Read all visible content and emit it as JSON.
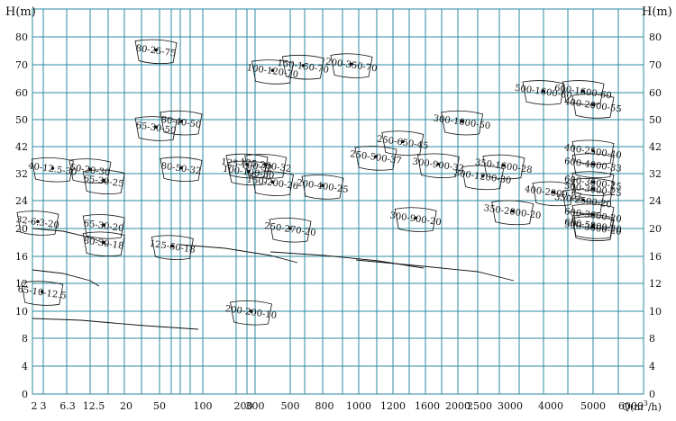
{
  "chart_data": {
    "type": "pump-selection-chart",
    "y_axis_label": "H(m)",
    "x_axis_label": "Q(m",
    "x_axis_label_sup": "3",
    "x_axis_label_tail": "/h)",
    "y_ticks": [
      "0",
      "4",
      "8",
      "10",
      "12",
      "16",
      "20",
      "24",
      "32",
      "42",
      "50",
      "60",
      "70",
      "80"
    ],
    "x_ticks": [
      "2",
      "3",
      "6.3",
      "12.5",
      "20",
      "50",
      "100",
      "200",
      "300",
      "500",
      "800",
      "1000",
      "1200",
      "1600",
      "2000",
      "2500",
      "3000",
      "4000",
      "5000",
      "6000"
    ],
    "grid_line_color": "#2e8aa0",
    "curve_line_color": "#111111",
    "pump_models": [
      {
        "label": "80-25-75",
        "pos": [
          4.9,
          75.3
        ]
      },
      {
        "label": "100-120-70",
        "pos": [
          8.5,
          68.0
        ]
      },
      {
        "label": "150-150-70",
        "pos": [
          9.4,
          69.7
        ]
      },
      {
        "label": "200-350-70",
        "pos": [
          10.8,
          70.2
        ]
      },
      {
        "label": "80-40-50",
        "pos": [
          5.5,
          49.5
        ]
      },
      {
        "label": "65-30-50",
        "pos": [
          4.9,
          47.8
        ]
      },
      {
        "label": "600-1600-60",
        "pos": [
          16.8,
          60.6
        ]
      },
      {
        "label": "500-1600-60",
        "pos": [
          16.0,
          60.6
        ]
      },
      {
        "label": "400-2000-55",
        "pos": [
          17.0,
          55.6
        ]
      },
      {
        "label": "300-1000-50",
        "pos": [
          14.1,
          49.5
        ]
      },
      {
        "label": "250-650-45",
        "pos": [
          12.3,
          43.5
        ]
      },
      {
        "label": "250-500-37",
        "pos": [
          11.5,
          38.3
        ]
      },
      {
        "label": "400-2500-40",
        "pos": [
          18.1,
          40.5
        ]
      },
      {
        "label": "600-4000-33",
        "pos": [
          21.0,
          35.5
        ]
      },
      {
        "label": "40-12.5-30",
        "pos": [
          1.4,
          34.0
        ]
      },
      {
        "label": "50-20-30",
        "pos": [
          3.0,
          33.6
        ]
      },
      {
        "label": "80-50-32",
        "pos": [
          5.5,
          34.2
        ]
      },
      {
        "label": "125-100-32",
        "pos": [
          7.0,
          35.4
        ]
      },
      {
        "label": "125-200-32",
        "pos": [
          8.3,
          35.3
        ]
      },
      {
        "label": "100-100-30",
        "pos": [
          7.2,
          32.8
        ]
      },
      {
        "label": "300-900-32",
        "pos": [
          13.4,
          35.5
        ]
      },
      {
        "label": "350-1600-28",
        "pos": [
          15.1,
          35.1
        ]
      },
      {
        "label": "300-1200-30",
        "pos": [
          14.6,
          31.3
        ]
      },
      {
        "label": "65-30-25",
        "pos": [
          3.4,
          30.0
        ]
      },
      {
        "label": "150-200-26",
        "pos": [
          8.5,
          29.5
        ]
      },
      {
        "label": "200-400-25",
        "pos": [
          10.0,
          28.5
        ]
      },
      {
        "label": "600-3000-25",
        "pos": [
          19.5,
          29.5
        ]
      },
      {
        "label": "500-3000-25",
        "pos": [
          19.5,
          27.5
        ]
      },
      {
        "label": "400-2000-23",
        "pos": [
          16.2,
          26.5
        ]
      },
      {
        "label": "350-2500-20",
        "pos": [
          16.8,
          24.2
        ]
      },
      {
        "label": "350-2000-20",
        "pos": [
          15.3,
          22.5
        ]
      },
      {
        "label": "300-900-20",
        "pos": [
          12.7,
          21.5
        ]
      },
      {
        "label": "600-3600-20",
        "pos": [
          19.0,
          22.0
        ]
      },
      {
        "label": "500-3600-20",
        "pos": [
          19.0,
          20.2
        ]
      },
      {
        "label": "600-5800-20",
        "pos": [
          23.2,
          20.5
        ]
      },
      {
        "label": "32-6.3-20",
        "pos": [
          0.5,
          21.0
        ]
      },
      {
        "label": "65-30-20",
        "pos": [
          3.4,
          20.5
        ]
      },
      {
        "label": "80-30-18",
        "pos": [
          3.4,
          18.0
        ]
      },
      {
        "label": "125-60-18",
        "pos": [
          5.3,
          17.5
        ]
      },
      {
        "label": "250-270-20",
        "pos": [
          9.0,
          20.0
        ]
      },
      {
        "label": "65-10-12.5",
        "pos": [
          0.9,
          11.4
        ]
      },
      {
        "label": "200-200-10",
        "pos": [
          7.5,
          10.0
        ]
      }
    ]
  }
}
